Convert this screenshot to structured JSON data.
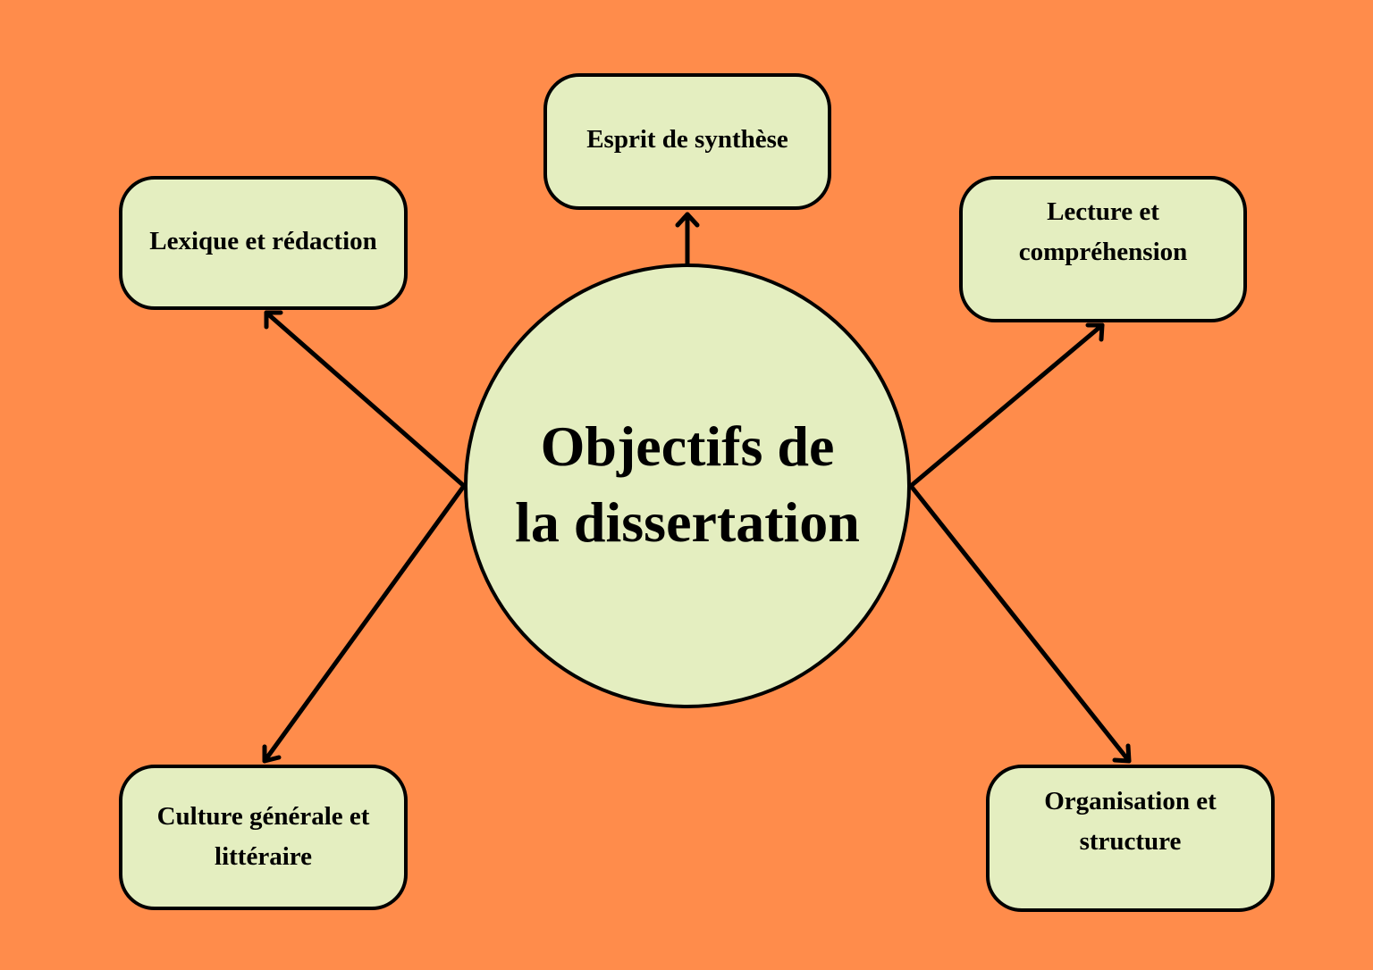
{
  "diagram": {
    "background_color": "#FF8C4B",
    "node_fill_color": "#E4EEC0",
    "stroke_color": "#000000",
    "center": {
      "label_line1": "Objectifs de",
      "label_line2": "la dissertation"
    },
    "nodes": [
      {
        "id": "esprit",
        "line1": "Esprit de synthèse",
        "line2": ""
      },
      {
        "id": "lexique",
        "line1": "Lexique et rédaction",
        "line2": ""
      },
      {
        "id": "lecture",
        "line1": "Lecture et",
        "line2": "compréhension"
      },
      {
        "id": "culture",
        "line1": "Culture générale et",
        "line2": "littéraire"
      },
      {
        "id": "organisation",
        "line1": "Organisation et",
        "line2": "structure"
      }
    ],
    "edges": [
      {
        "from": "center",
        "to": "esprit"
      },
      {
        "from": "center",
        "to": "lexique"
      },
      {
        "from": "center",
        "to": "lecture"
      },
      {
        "from": "center",
        "to": "culture"
      },
      {
        "from": "center",
        "to": "organisation"
      }
    ]
  }
}
